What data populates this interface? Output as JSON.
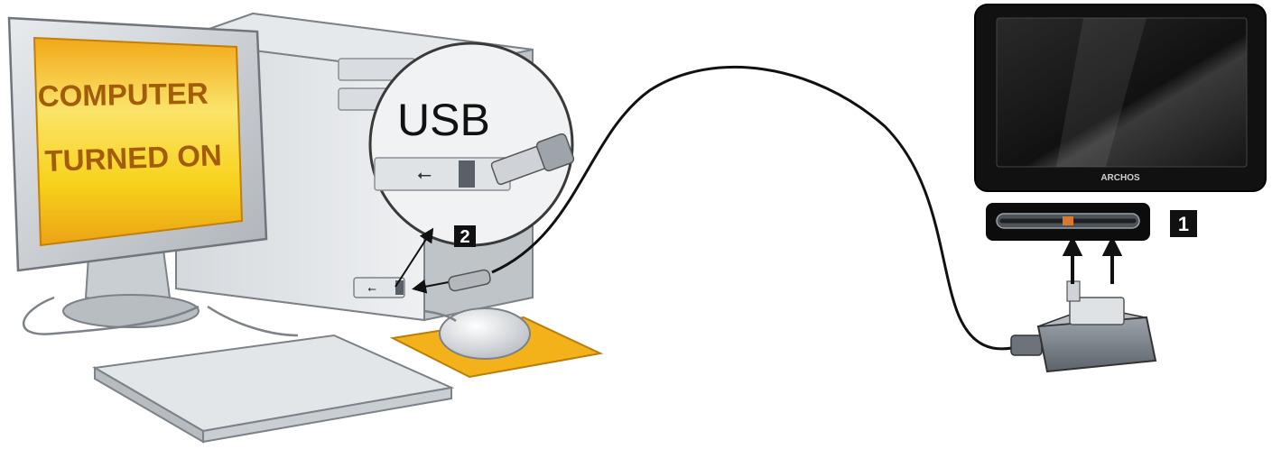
{
  "screen_text": {
    "line1": "COMPUTER",
    "line2": "TURNED ON"
  },
  "zoom_label": "USB",
  "steps": [
    {
      "number": "1"
    },
    {
      "number": "2"
    }
  ],
  "device_brand": "ARCHOS",
  "icons": [
    "usb-icon",
    "up-arrow-icon",
    "usb-plug-icon"
  ],
  "colors": {
    "screen_yellow": "#f7d21b",
    "screen_orange": "#e89a12",
    "frame_gray": "#c9cdd2",
    "cable_black": "#111111",
    "mousepad_orange": "#f3b21a",
    "tablet_black": "#1a1a1a",
    "badge_black": "#111111"
  }
}
